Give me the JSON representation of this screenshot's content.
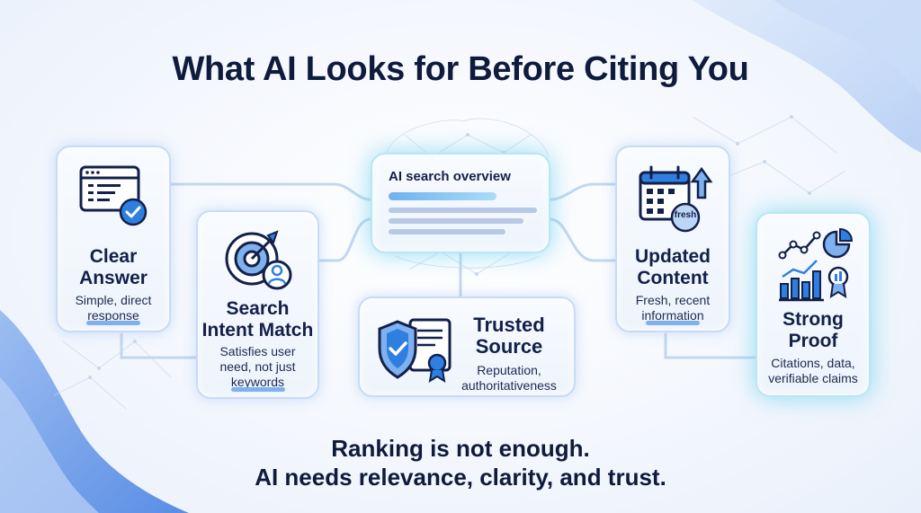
{
  "title": "What AI Looks for Before Citing You",
  "overview": {
    "label": "AI search overview"
  },
  "cards": {
    "clear_answer": {
      "heading_1": "Clear",
      "heading_2": "Answer",
      "desc_1": "Simple, direct",
      "desc_2": "response"
    },
    "intent_match": {
      "heading_1": "Search",
      "heading_2": "Intent Match",
      "desc_1": "Satisfies user",
      "desc_2": "need, not just",
      "desc_3": "keywords"
    },
    "trusted_source": {
      "heading_1": "Trusted",
      "heading_2": "Source",
      "desc_1": "Reputation,",
      "desc_2": "authoritativeness"
    },
    "updated_content": {
      "heading_1": "Updated",
      "heading_2": "Content",
      "desc_1": "Fresh, recent",
      "desc_2": "information",
      "badge": "fresh"
    },
    "strong_proof": {
      "heading_1": "Strong",
      "heading_2": "Proof",
      "desc_1": "Citations, data,",
      "desc_2": "verifiable claims"
    }
  },
  "tagline": {
    "line_1": "Ranking is not enough.",
    "line_2": "AI needs relevance, clarity, and trust."
  },
  "colors": {
    "accent_blue": "#2f7fe0",
    "dark_navy": "#12204a",
    "light_blue": "#bcd6f7",
    "glow_cyan": "#6fd3f0"
  },
  "icons": {
    "clear_answer": "browser-window-check-icon",
    "intent_match": "target-user-icon",
    "trusted_source": "shield-certificate-icon",
    "updated_content": "calendar-refresh-icon",
    "strong_proof": "chart-award-icon"
  }
}
